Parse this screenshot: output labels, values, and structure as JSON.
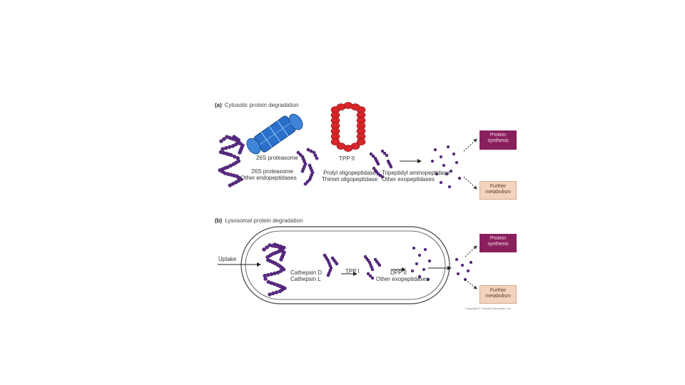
{
  "panel_a": {
    "letter": "(a)",
    "title": "Cytosolic protein degradation",
    "proteasome_label": "26S proteasome",
    "proteasome_enzymes": [
      "26S proteasome",
      "Other endopeptidases"
    ],
    "tpp_label": "TPP II",
    "tpp_enzymes": [
      "Prolyl oligopeptidase",
      "Thimet oligopeptidase"
    ],
    "exo_enzymes": [
      "Tripeptidyl aminopeptidase",
      "Other exopeptidases"
    ],
    "box_synthesis": [
      "Protein",
      "synthesis"
    ],
    "box_metabolism": [
      "Further",
      "metabolism"
    ]
  },
  "panel_b": {
    "letter": "(b)",
    "title": "Lysosomal protein degradation",
    "uptake": "Uptake",
    "cathepsin_enzymes": [
      "Cathepsin D",
      "Cathepsin L"
    ],
    "tpp1_label": "TPP I",
    "dpp_enzymes": [
      "DPP II",
      "Other exopeptidases"
    ],
    "box_synthesis": [
      "Protein",
      "synthesis"
    ],
    "box_metabolism": [
      "Further",
      "metabolism"
    ]
  },
  "credit": "Copyright © Pearson Education, Inc.",
  "colors": {
    "protein": "#5b2a86",
    "proteasome": "#2a6fc9",
    "tpp2": "#d6262a",
    "synthesis_box": "#8a1f5e",
    "metabolism_box": "#f3d2bf"
  }
}
